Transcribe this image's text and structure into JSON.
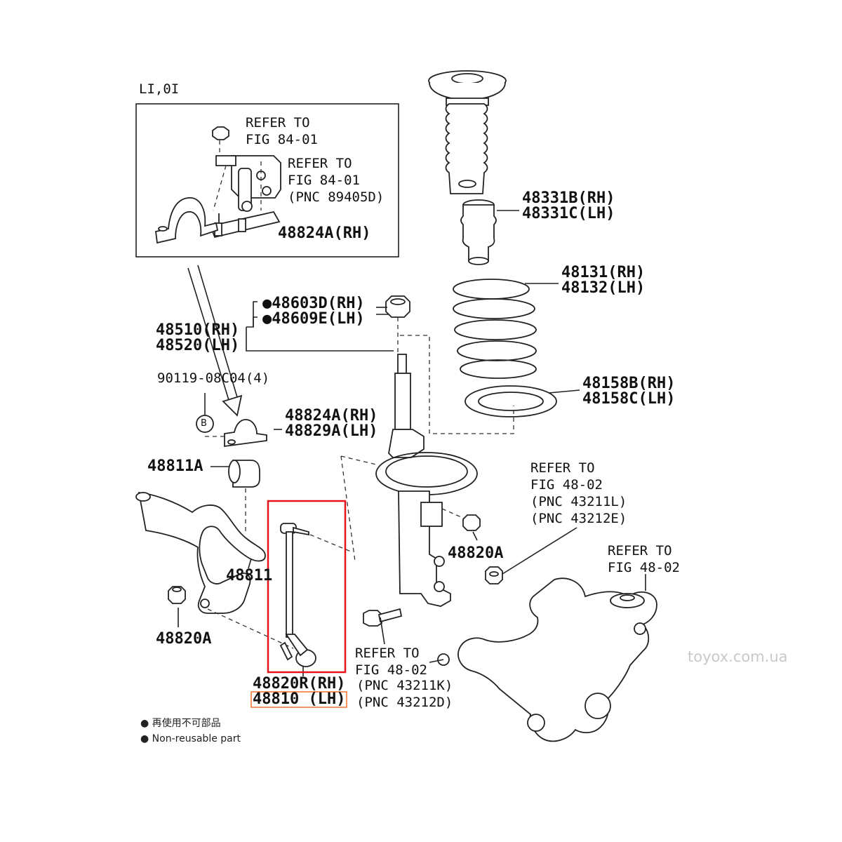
{
  "inset": {
    "title": "LI,0I",
    "refer_a": [
      "REFER TO",
      "FIG 84-01"
    ],
    "refer_b": [
      "REFER TO",
      "FIG 84-01",
      "(PNC 89405D)"
    ],
    "part_48824a_rh": "48824A(RH)"
  },
  "labels": {
    "p48331": [
      "48331B(RH)",
      "48331C(LH)"
    ],
    "p48131": [
      "48131(RH)",
      "48132(LH)"
    ],
    "p48603": [
      "●48603D(RH)",
      "●48609E(LH)"
    ],
    "p48510": [
      "48510(RH)",
      "48520(LH)"
    ],
    "p90119": "90119-08C04(4)",
    "p48158": [
      "48158B(RH)",
      "48158C(LH)"
    ],
    "p48824": [
      "48824A(RH)",
      "48829A(LH)"
    ],
    "p48811a": "48811A",
    "callout_b": "B",
    "refer_4802_upper": [
      "REFER TO",
      "FIG 48-02",
      "(PNC 43211L)",
      "(PNC 43212E)"
    ],
    "p48820a_right": "48820A",
    "refer_4802_right": [
      "REFER TO",
      "FIG 48-02"
    ],
    "p48811": "48811",
    "p48820a_left": "48820A",
    "refer_4802_lower": [
      "REFER TO",
      "FIG 48-02"
    ],
    "p48820r": "48820R(RH)",
    "p48810": "48810 (LH)",
    "pnc_lower": [
      "(PNC 43211K)",
      "(PNC 43212D)"
    ]
  },
  "legend": {
    "items": [
      "● 再使用不可部品",
      "● Non-reusable part"
    ]
  },
  "watermark": "toyox.com.ua",
  "highlight": {
    "box_color": "#e8141c",
    "label_box_color": "#f07a3a"
  }
}
